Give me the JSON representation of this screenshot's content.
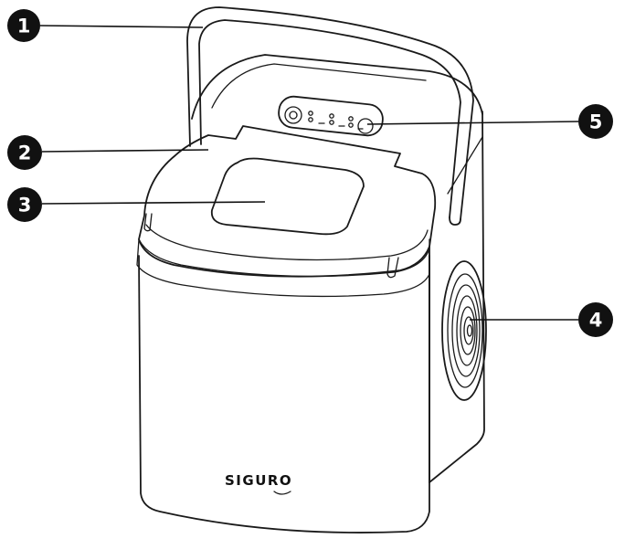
{
  "brand": "SIGURO",
  "callouts": [
    {
      "number": "1",
      "part": "handle"
    },
    {
      "number": "2",
      "part": "lid"
    },
    {
      "number": "3",
      "part": "viewing-window"
    },
    {
      "number": "4",
      "part": "side-vent"
    },
    {
      "number": "5",
      "part": "control-panel"
    }
  ]
}
